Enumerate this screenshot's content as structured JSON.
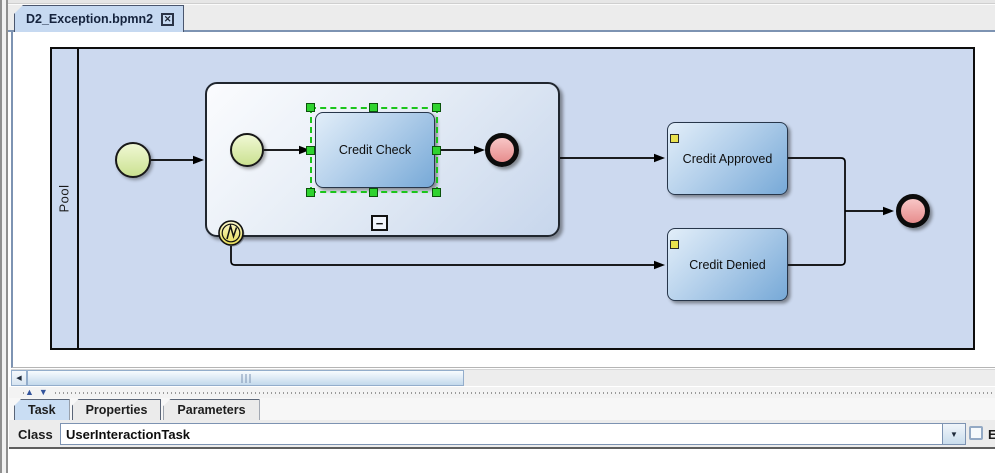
{
  "window": {
    "tab_title": "D2_Exception.bpmn2",
    "close_icon": "✕"
  },
  "diagram": {
    "pool_label": "Pool",
    "subprocess_collapse_icon": "−",
    "tasks": {
      "credit_check": "Credit Check",
      "credit_approved": "Credit Approved",
      "credit_denied": "Credit Denied"
    }
  },
  "scrollbar": {
    "left_arrow_icon": "◀"
  },
  "splitter": {
    "up_arrow_icon": "▲",
    "down_arrow_icon": "▼"
  },
  "bottom_panel": {
    "tabs": [
      {
        "label": "Task",
        "selected": true
      },
      {
        "label": "Properties",
        "selected": false
      },
      {
        "label": "Parameters",
        "selected": false
      }
    ],
    "class_field": {
      "label": "Class",
      "value": "UserInteractionTask"
    },
    "dropdown_icon": "▼",
    "checkbox_label_truncated": "Ex"
  },
  "colors": {
    "selected_tab_blue": "#c6d9f1",
    "accent_border": "#7d93b2",
    "pool_fill": "#ccd9ef",
    "task_gradient_start": "#e2eef9",
    "task_gradient_end": "#77a9d7",
    "start_event_fill": "#d9ec9f",
    "end_event_fill": "#f0a8a8",
    "boundary_event_fill": "#f2eb8e",
    "selection_green": "#1fc41f"
  }
}
